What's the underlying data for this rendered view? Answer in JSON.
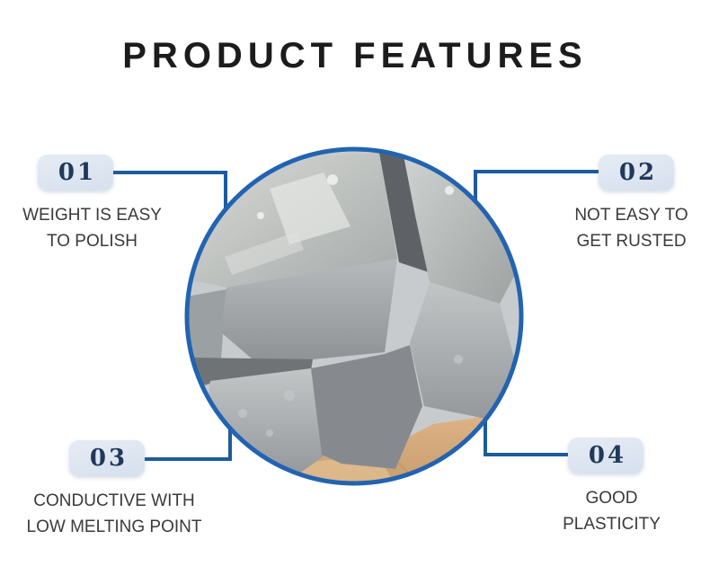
{
  "title": "PRODUCT FEATURES",
  "photo": {
    "alt": "Stacked trapezoidal silver metal ingots resting on cardboard, shown inside a blue circular frame"
  },
  "features": [
    {
      "number": "01",
      "position": "top-left",
      "lines": [
        "WEIGHT IS EASY",
        "TO POLISH"
      ]
    },
    {
      "number": "02",
      "position": "top-right",
      "lines": [
        "NOT EASY TO",
        "GET RUSTED"
      ]
    },
    {
      "number": "03",
      "position": "bottom-left",
      "lines": [
        "CONDUCTIVE WITH",
        "LOW MELTING POINT"
      ]
    },
    {
      "number": "04",
      "position": "bottom-right",
      "lines": [
        "GOOD",
        "PLASTICITY"
      ]
    }
  ],
  "colors": {
    "title_text": "#1c1c1e",
    "connector_blue": "#1d5b9d",
    "circle_border_blue": "#2263b2",
    "badge_background": "#dce4ef",
    "badge_number": "#20395a",
    "feature_text": "#3a3a3a",
    "page_background": "#ffffff"
  }
}
